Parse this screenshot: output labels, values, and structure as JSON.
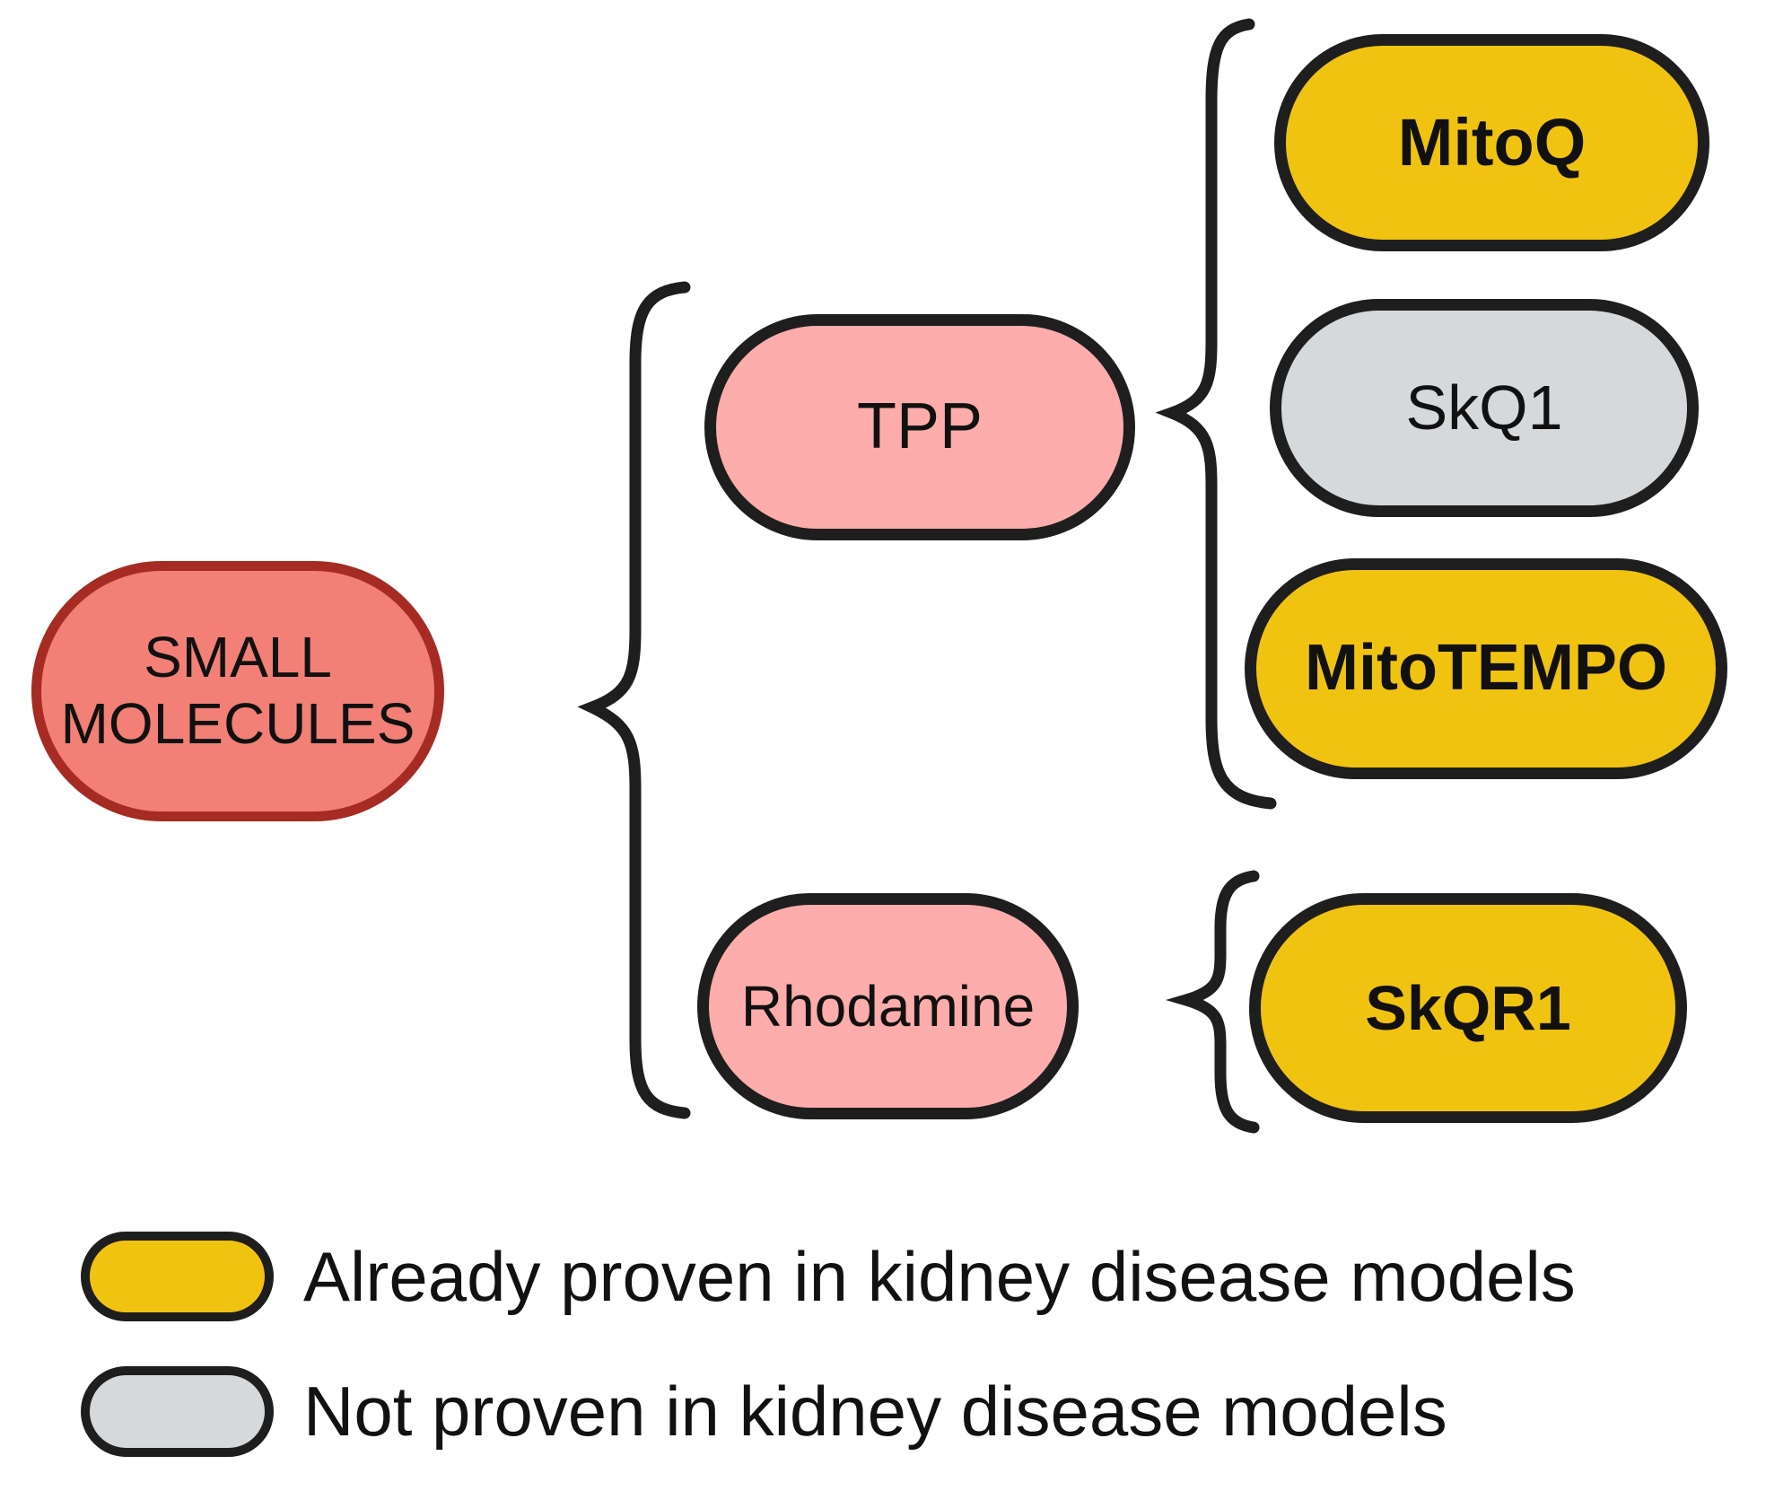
{
  "figure": {
    "root": {
      "label": "SMALL MOLECULES"
    },
    "branches": [
      {
        "label": "TPP",
        "children": [
          {
            "label": "MitoQ",
            "status": "proven"
          },
          {
            "label": "SkQ1",
            "status": "not-proven"
          },
          {
            "label": "MitoTEMPO",
            "status": "proven"
          }
        ]
      },
      {
        "label": "Rhodamine",
        "children": [
          {
            "label": "SkQR1",
            "status": "proven"
          }
        ]
      }
    ]
  },
  "legend": {
    "items": [
      {
        "status": "proven",
        "label": "Already proven in kidney disease models"
      },
      {
        "status": "not-proven",
        "label": "Not proven in kidney disease models"
      }
    ]
  },
  "colors": {
    "proven_fill": "#F1C311",
    "not_proven_fill": "#D6D9DB",
    "branch_fill": "#FCADAB",
    "root_fill": "#F28077",
    "root_border": "#A62B22",
    "outline": "#1E1E1E"
  }
}
